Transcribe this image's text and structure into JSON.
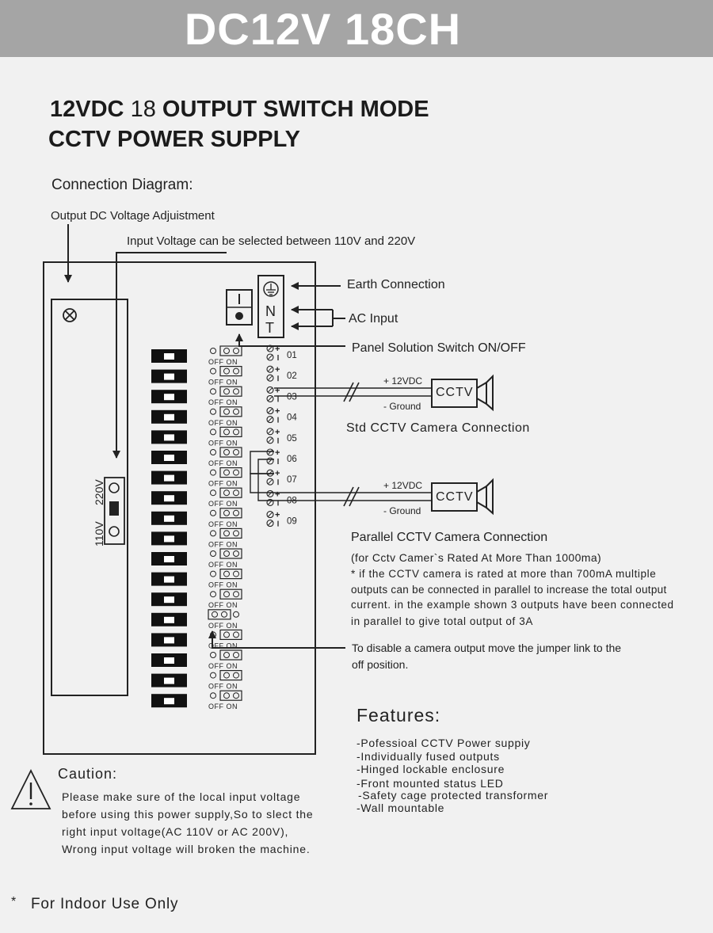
{
  "banner": {
    "title": "DC12V 18CH"
  },
  "heading": {
    "line1_prefix": "12VDC",
    "line1_number": "18",
    "line1_suffix": "OUTPUT SWITCH MODE",
    "line2": "CCTV POWER SUPPLY"
  },
  "labels": {
    "connection_diagram": "Connection Diagram:",
    "voltage_adjust": "Output DC Voltage  Adjuistment",
    "input_voltage": "Input Voltage can be selected between 110V and 220V",
    "earth": "Earth Connection",
    "ac_input": "AC Input",
    "panel_switch": "Panel Solution Switch ON/OFF",
    "plus12": "+ 12VDC",
    "ground": "- Ground",
    "cctv": "CCTV",
    "std_conn": "Std CCTV Camera Connection",
    "parallel_conn": "Parallel CCTV Camera Connection",
    "rated_note": "(for Cctv Camer`s Rated At More Than 1000ma)",
    "note_lines": [
      "* if the CCTV camera is rated at more than 700mA multiple",
      "outputs can be connected in parallel to increase the total output",
      "current. in the example shown 3 outputs have been connected",
      "in parallel to give total output of 3A"
    ],
    "disable_lines": [
      "To disable a camera output move the jumper link to the",
      "off position."
    ],
    "v220": "220V",
    "v110": "110V",
    "terminal_N": "N",
    "terminal_T": "T",
    "switch_I": "I",
    "off_on": "OFF  ON"
  },
  "terminals": [
    "01",
    "02",
    "03",
    "04",
    "05",
    "06",
    "07",
    "08",
    "09"
  ],
  "features": {
    "title": "Features:",
    "items": [
      "-Pofessioal CCTV Power suppiy",
      "-Individually fused outputs",
      "-Hinged lockable enclosure",
      "-Front mounted status LED",
      "-Safety cage protected transformer",
      "-Wall mountable"
    ]
  },
  "caution": {
    "title": "Caution:",
    "lines": [
      "Please make sure of the local input voltage",
      "before using this power supply,So to slect the",
      "right input voltage(AC 110V or AC 200V),",
      "Wrong input voltage will broken the machine."
    ]
  },
  "footer": {
    "note": "For Indoor Use Only",
    "star": "*"
  }
}
